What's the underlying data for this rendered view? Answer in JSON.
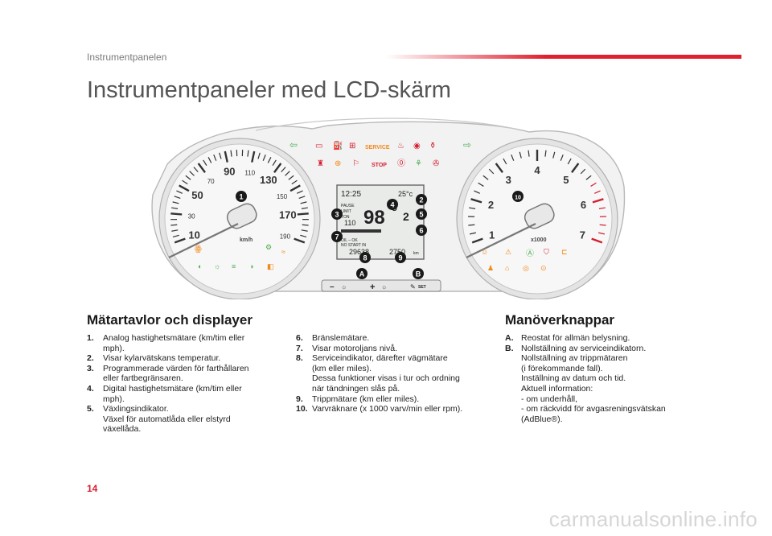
{
  "header": {
    "section": "Instrumentpanelen",
    "accent_color": "#e0202f"
  },
  "title": "Instrumentpaneler med LCD-skärm",
  "figure": {
    "speedo_ticks": [
      "10",
      "30",
      "50",
      "70",
      "90",
      "110",
      "130",
      "150",
      "170",
      "190"
    ],
    "speedo_unit": "km/h",
    "tacho_ticks": [
      "1",
      "2",
      "3",
      "4",
      "5",
      "6",
      "7"
    ],
    "tacho_unit": "x1000",
    "service_label": "SERVICE",
    "stop_label": "STOP",
    "lcd": {
      "clock": "12:25",
      "temp": "25°c",
      "pause": "PAUSE",
      "limit": "LIMIT",
      "ton": "TON",
      "limit_value": "110",
      "speed": "98",
      "gear": "D",
      "gear2": "2",
      "oil": "OIL – OK",
      "no_start": "NO START IN",
      "odometer": "29638",
      "trip": "2750",
      "trip_unit": "km"
    },
    "callouts": [
      "1",
      "2",
      "3",
      "4",
      "5",
      "6",
      "7",
      "8",
      "9",
      "10",
      "A",
      "B"
    ],
    "btn_minus": "–",
    "btn_plus": "+",
    "btn_set": "SET",
    "warning_red": "#d42030",
    "indicator_green": "#4caf50",
    "indicator_orange": "#f08a1c"
  },
  "left_heading": "Mätartavlor och displayer",
  "left_items": [
    {
      "num": "1.",
      "text": "Analog hastighetsmätare (km/tim eller\nmph)."
    },
    {
      "num": "2.",
      "text": "Visar kylarvätskans temperatur."
    },
    {
      "num": "3.",
      "text": "Programmerade värden för farthållaren\neller fartbegränsaren."
    },
    {
      "num": "4.",
      "text": "Digital hastighetsmätare (km/tim eller\nmph)."
    },
    {
      "num": "5.",
      "text": "Växlingsindikator.\nVäxel för automatlåda eller elstyrd\nväxellåda."
    }
  ],
  "middle_items": [
    {
      "num": "6.",
      "text": "Bränslemätare."
    },
    {
      "num": "7.",
      "text": "Visar motoroljans nivå."
    },
    {
      "num": "8.",
      "text": "Serviceindikator, därefter vägmätare\n(km eller miles).\nDessa funktioner visas i tur och ordning\nnär tändningen slås på."
    },
    {
      "num": "9.",
      "text": "Trippmätare (km eller miles)."
    },
    {
      "num": "10.",
      "text": "Varvräknare (x 1000 varv/min eller rpm)."
    }
  ],
  "right_heading": "Manöverknappar",
  "right_items": [
    {
      "num": "A.",
      "text": "Reostat för allmän belysning."
    },
    {
      "num": "B.",
      "text": "Nollställning av serviceindikatorn.\nNollställning av trippmätaren\n(i förekommande fall).\nInställning av datum och tid.\nAktuell information:\n-   om underhåll,\n-   om räckvidd för avgasreningsvätskan\n    (AdBlue®)."
    }
  ],
  "page_number": "14",
  "watermark": "carmanualsonline.info"
}
